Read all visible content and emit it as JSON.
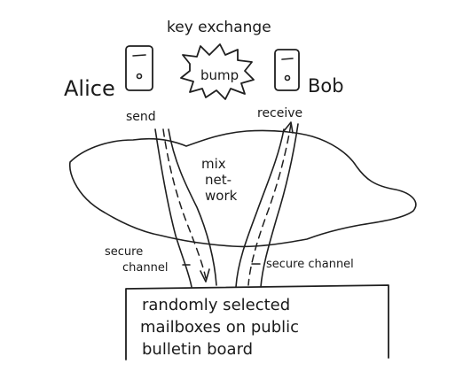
{
  "labels": {
    "key_exchange": "key exchange",
    "bump": "bump",
    "alice": "Alice",
    "bob": "Bob",
    "send": "send",
    "receive": "receive",
    "mix_network": [
      "mix",
      "net-",
      "work"
    ],
    "secure_channel_left": [
      "secure",
      "channel"
    ],
    "secure_channel_right": "secure channel",
    "bulletin_board": [
      "randomly selected",
      "mailboxes on public",
      "bulletin board"
    ]
  },
  "icons": {
    "alice_device": "phone-icon",
    "bob_device": "phone-icon",
    "bump_burst": "starburst-icon"
  },
  "colors": {
    "ink": "#1f1f1f",
    "background": "#ffffff"
  }
}
